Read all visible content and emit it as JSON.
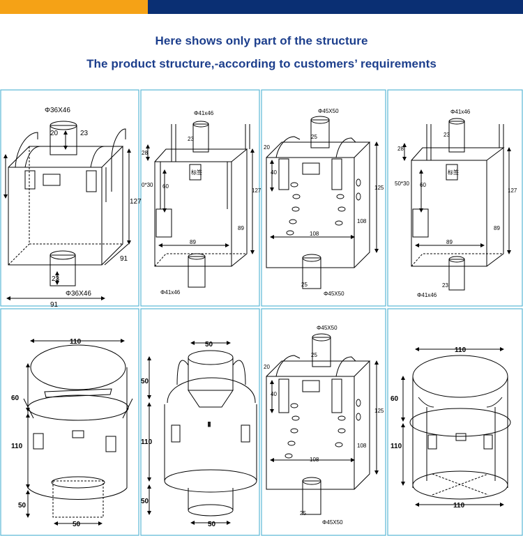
{
  "header": {
    "line1": "Here shows only part of the structure",
    "line2": "The product structure,-according to customers’ requirements"
  },
  "colors": {
    "accent_orange": "#F5A216",
    "brand_navy": "#0A2F73",
    "grid_line": "#5BB8D6",
    "headline_text": "#1C3E8C"
  },
  "panel1": {
    "top_spout": "Φ36X46",
    "spout_top": "20",
    "spout_side": "23",
    "height": "127",
    "depth": "91",
    "bottom_spout_h": "23",
    "bottom_spout": "Φ36X46",
    "width": "91"
  },
  "panel2": {
    "top_spout": "Φ41x46",
    "loop": "28",
    "spout_h": "23",
    "doc_pocket": "0*30",
    "pocket_h": "60",
    "label": "标签",
    "height": "127",
    "depth": "89",
    "width": "89",
    "bottom_spout": "Φ41x46"
  },
  "panel3": {
    "top_spout": "Φ45X50",
    "loop": "20",
    "spout_h": "25",
    "pocket_h": "40",
    "height": "125",
    "depth": "108",
    "width": "108",
    "bottom_spout_h": "25",
    "bottom_spout": "Φ45X50"
  },
  "panel4": {
    "top_spout": "Φ41x46",
    "loop": "28",
    "spout_h": "23",
    "doc_pocket": "50*30",
    "pocket_h": "60",
    "label": "标签",
    "height": "127",
    "depth": "89",
    "width": "89",
    "bottom_spout_h": "23",
    "bottom_spout": "Φ41x46"
  },
  "panel5": {
    "diameter": "110",
    "top_h": "60",
    "body_h": "110",
    "bottom_h": "50",
    "outlet": "50"
  },
  "panel6": {
    "spout": "50",
    "top_h": "50",
    "body_h": "110",
    "bottom_h": "50",
    "outlet": "50"
  },
  "panel7": {
    "top_spout": "Φ45X50",
    "loop": "20",
    "spout_h": "25",
    "pocket_h": "40",
    "height": "125",
    "depth": "108",
    "width": "108",
    "bottom_spout_h": "25",
    "bottom_spout": "Φ45X50"
  },
  "panel8": {
    "diameter_top": "110",
    "top_h": "60",
    "body_h": "110",
    "diameter_bottom": "110"
  }
}
